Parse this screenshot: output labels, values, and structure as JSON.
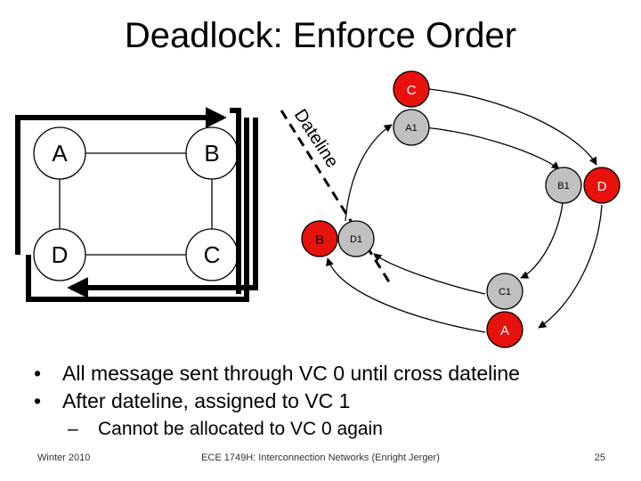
{
  "slide": {
    "title": "Deadlock: Enforce Order"
  },
  "left_diagram": {
    "nodes": {
      "a": "A",
      "b": "B",
      "c": "C",
      "d": "D"
    }
  },
  "right_diagram": {
    "dateline_label": "Dateline",
    "nodes": {
      "c_red": "C",
      "a1": "A1",
      "b1": "B1",
      "d_red": "D",
      "b_red": "B",
      "d1": "D1",
      "c1": "C1",
      "a_red": "A"
    }
  },
  "bullets": [
    "All message sent through VC 0 until cross dateline",
    "After dateline, assigned to VC 1"
  ],
  "subbullets": [
    "Cannot be allocated to VC 0 again"
  ],
  "footer": {
    "left": "Winter 2010",
    "center": "ECE 1749H: Interconnection Networks (Enright Jerger)",
    "right": "25"
  },
  "colors": {
    "red_node": "#e8120c",
    "gray_node": "#c0c0c0"
  }
}
